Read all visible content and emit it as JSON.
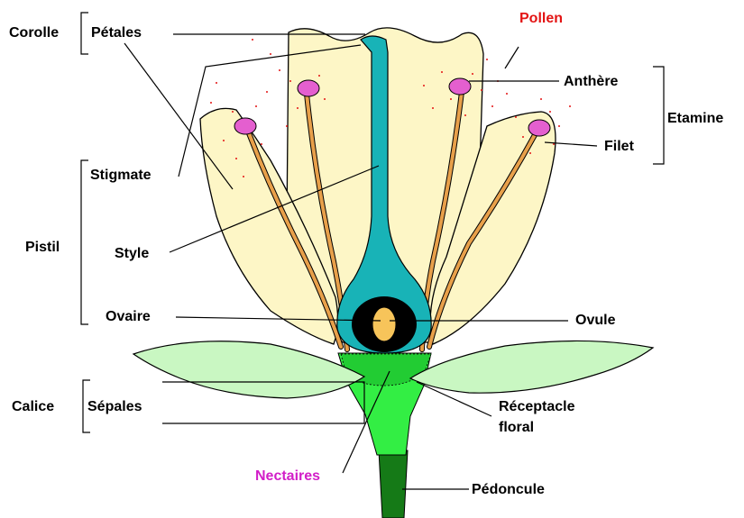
{
  "labels": {
    "corolle": "Corolle",
    "petales": "Pétales",
    "pollen": "Pollen",
    "anthere": "Anthère",
    "etamine": "Etamine",
    "filet": "Filet",
    "stigmate": "Stigmate",
    "pistil": "Pistil",
    "style": "Style",
    "ovaire": "Ovaire",
    "ovule": "Ovule",
    "calice": "Calice",
    "sepales": "Sépales",
    "receptacle_line1": "Réceptacle",
    "receptacle_line2": "floral",
    "nectaires": "Nectaires",
    "pedoncule": "Pédoncule"
  },
  "colors": {
    "petal": "#fdf6c6",
    "petal_outline": "#000000",
    "sepal": "#c9f7c2",
    "receptacle": "#33ee44",
    "nectary": "#22cc33",
    "stalk": "#157a17",
    "pistil": "#18b3b7",
    "ovary_wall": "#000000",
    "ovule": "#f7c45a",
    "filament": "#e8a04a",
    "anther": "#e45fcf",
    "pollen": "#e31414",
    "label_pollen": "#e31414",
    "label_nectaires": "#d21ec8"
  }
}
